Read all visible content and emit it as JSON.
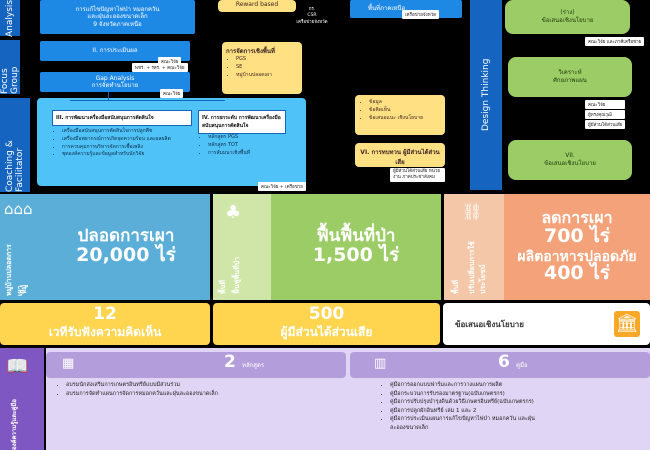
{
  "sidebar": {
    "analysis": "Analysis",
    "focus_group": "Focus Group",
    "coaching": "Coaching & Facilitator",
    "design_thinking": "Design Thinking"
  },
  "top": {
    "box1_line1": "การแก้ไขปัญหาไฟป่า หมอกควัน",
    "box1_line2": "และฝุ่นละอองขนาดเล็ก",
    "box1_line3": "9 จังหวัดภาคเหนือ",
    "reward": "Reward based",
    "csr_line1": "กร.",
    "csr_line2": "CSR",
    "csr_line3": "เครือข่ายจังหวัด",
    "network_top": "พื้นที่ภาคเหนือ",
    "network_tag": "เครือข่ายจังหวัด",
    "green1_line1": "(ร่าง)",
    "green1_line2": "ข้อเสนอเชิงนโยบาย",
    "green_tag": "คณะวิจัย และภาคีเครือข่าย"
  },
  "mid": {
    "eval": "II. การประเมินผล",
    "tag_researchers": "คณะวิจัย",
    "tag_multi": "พชร. + รสร. + คณะวิจัย",
    "gap_line1": "Gap Analysis",
    "gap_line2": "การจัดทำนโยบาย",
    "gap_tag": "คณะวิจัย",
    "area_title": "การจัดการเชิงพื้นที่",
    "area_items": [
      "PGS",
      "SE",
      "หมู่บ้านปลอดเผา"
    ],
    "analyze_line1": "วิเคราะห์",
    "analyze_line2": "ศักยภาพแผน",
    "analyze_tag1": "คณะวิจัย",
    "analyze_tag2": "ผู้ทรงคุณวุฒิ",
    "analyze_tag3": "ผู้มีส่วนได้ส่วนเสีย",
    "support_title": "III. การพัฒนาเครื่องมือสนับสนุนการตัดสินใจ",
    "support_items": [
      "เครื่องมือสนับสนุนการตัดสินใจการปลูกพืช",
      "เครื่องมือพยากรณ์การเกิดจุดความร้อน และผลผลิต",
      "การควบคุมการบริหารจัดการเชื้อเพลิง",
      "ชุดองค์ความรู้และข้อมูลสำหรับนักวิจัย"
    ],
    "tools_title": "IV. การยกระดับ การพัฒนาเครื่องมือสนับสนุนการตัดสินใจ",
    "tools_items": [
      "หลักสูตร PGS",
      "หลักสูตร TOT",
      "การสัมมนาเชิงพื้นที่"
    ],
    "bottom_tag": "คณะวิจัย + เครือข่าย",
    "data_items": [
      "ข้อมูล",
      "ข้อคิดเห็น",
      "ข้อเสนอแนะ เชิงนโยบาย"
    ],
    "exchange_title": "VI. การทบทวน ผู้มีส่วนได้ส่วนเสีย",
    "exchange_tag": "ผู้มีส่วนได้ส่วนเสีย หน่วยงาน ภาคประชาสังคม",
    "green2_line1": "VII.",
    "green2_line2": "ข้อเสนอเชิงนโยบาย"
  },
  "stats": {
    "village_label": "หมู่บ้านปลอดการเผา",
    "village_small": "หมู่",
    "no_burn_label": "ปลอดการเผา",
    "no_burn_value": "20,000 ไร่",
    "restore_side": "พื้นที่",
    "restore_side2": "ฟื้นฟูพื้นที่ป่า",
    "restore_label": "ฟื้นฟื้นที่ป่า",
    "restore_value": "1,500 ไร่",
    "reduce_side": "พื้นที่",
    "reduce_side2": "ปรับเปลี่ยนการใช้ประโยชน์",
    "reduce_label": "ลดการเผา",
    "reduce_value": "700 ไร่",
    "safe_label": "ผลิตอาหารปลอดภัย",
    "safe_value": "400 ไร่",
    "forum_value": "12",
    "forum_label": "เวทีรับฟังความคิดเห็น",
    "stakeholders_value": "500",
    "stakeholders_label": "ผู้มีส่วนได้ส่วนเสีย",
    "policy_label": "ข้อเสนอเชิงนโยบาย"
  },
  "bottom": {
    "side_label": "องค์ความรู้และคู่มือ",
    "courses_value": "2",
    "courses_unit": "หลักสูตร",
    "courses": [
      "อบรมนักส่งเสริมการเกษตรอินทรีย์แบบมีส่วนร่วม",
      "อบรมการจัดทำแผนการจัดการหมอกควันและฝุ่นละอองขนาดเล็ก"
    ],
    "manuals_value": "6",
    "manuals_unit": "คู่มือ",
    "manuals": [
      "คู่มือการออกแบบฟาร์มและการวางแผนการผลิต",
      "คู่มือกระบวนการรับรองมาตรฐาน(ฉบับเกษตรกร)",
      "คู่มือการปรับปรุงบำรุงดินด้วยวิธีเกษตรอินทรีย์(ฉบับเกษตรกร)",
      "คู่มือการปลูกผักอินทรีย์ เล่ม 1 และ 2",
      "คู่มือการประเมินแผนการแก้ไขปัญหาไฟป่า หมอกควัน และฝุ่น",
      "ละอองขนาดเล็ก"
    ]
  }
}
